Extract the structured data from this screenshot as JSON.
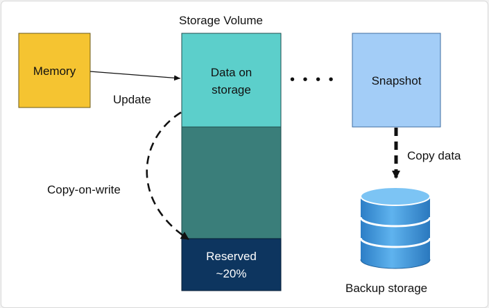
{
  "diagram": {
    "volume_title": "Storage Volume",
    "memory_label": "Memory",
    "data_on_storage_line1": "Data on",
    "data_on_storage_line2": "storage",
    "reserved_line1": "Reserved",
    "reserved_line2": "~20%",
    "snapshot_label": "Snapshot",
    "update_label": "Update",
    "copy_on_write_label": "Copy-on-write",
    "copy_data_label": "Copy data",
    "backup_storage_label": "Backup storage",
    "dots": "• • • •"
  },
  "colors": {
    "memory": "#F5C431",
    "data_on_storage": "#5CCFCB",
    "volume_middle": "#3A7E7A",
    "reserved": "#0D355F",
    "snapshot": "#A3CDF7",
    "database": "#3C95DA"
  }
}
